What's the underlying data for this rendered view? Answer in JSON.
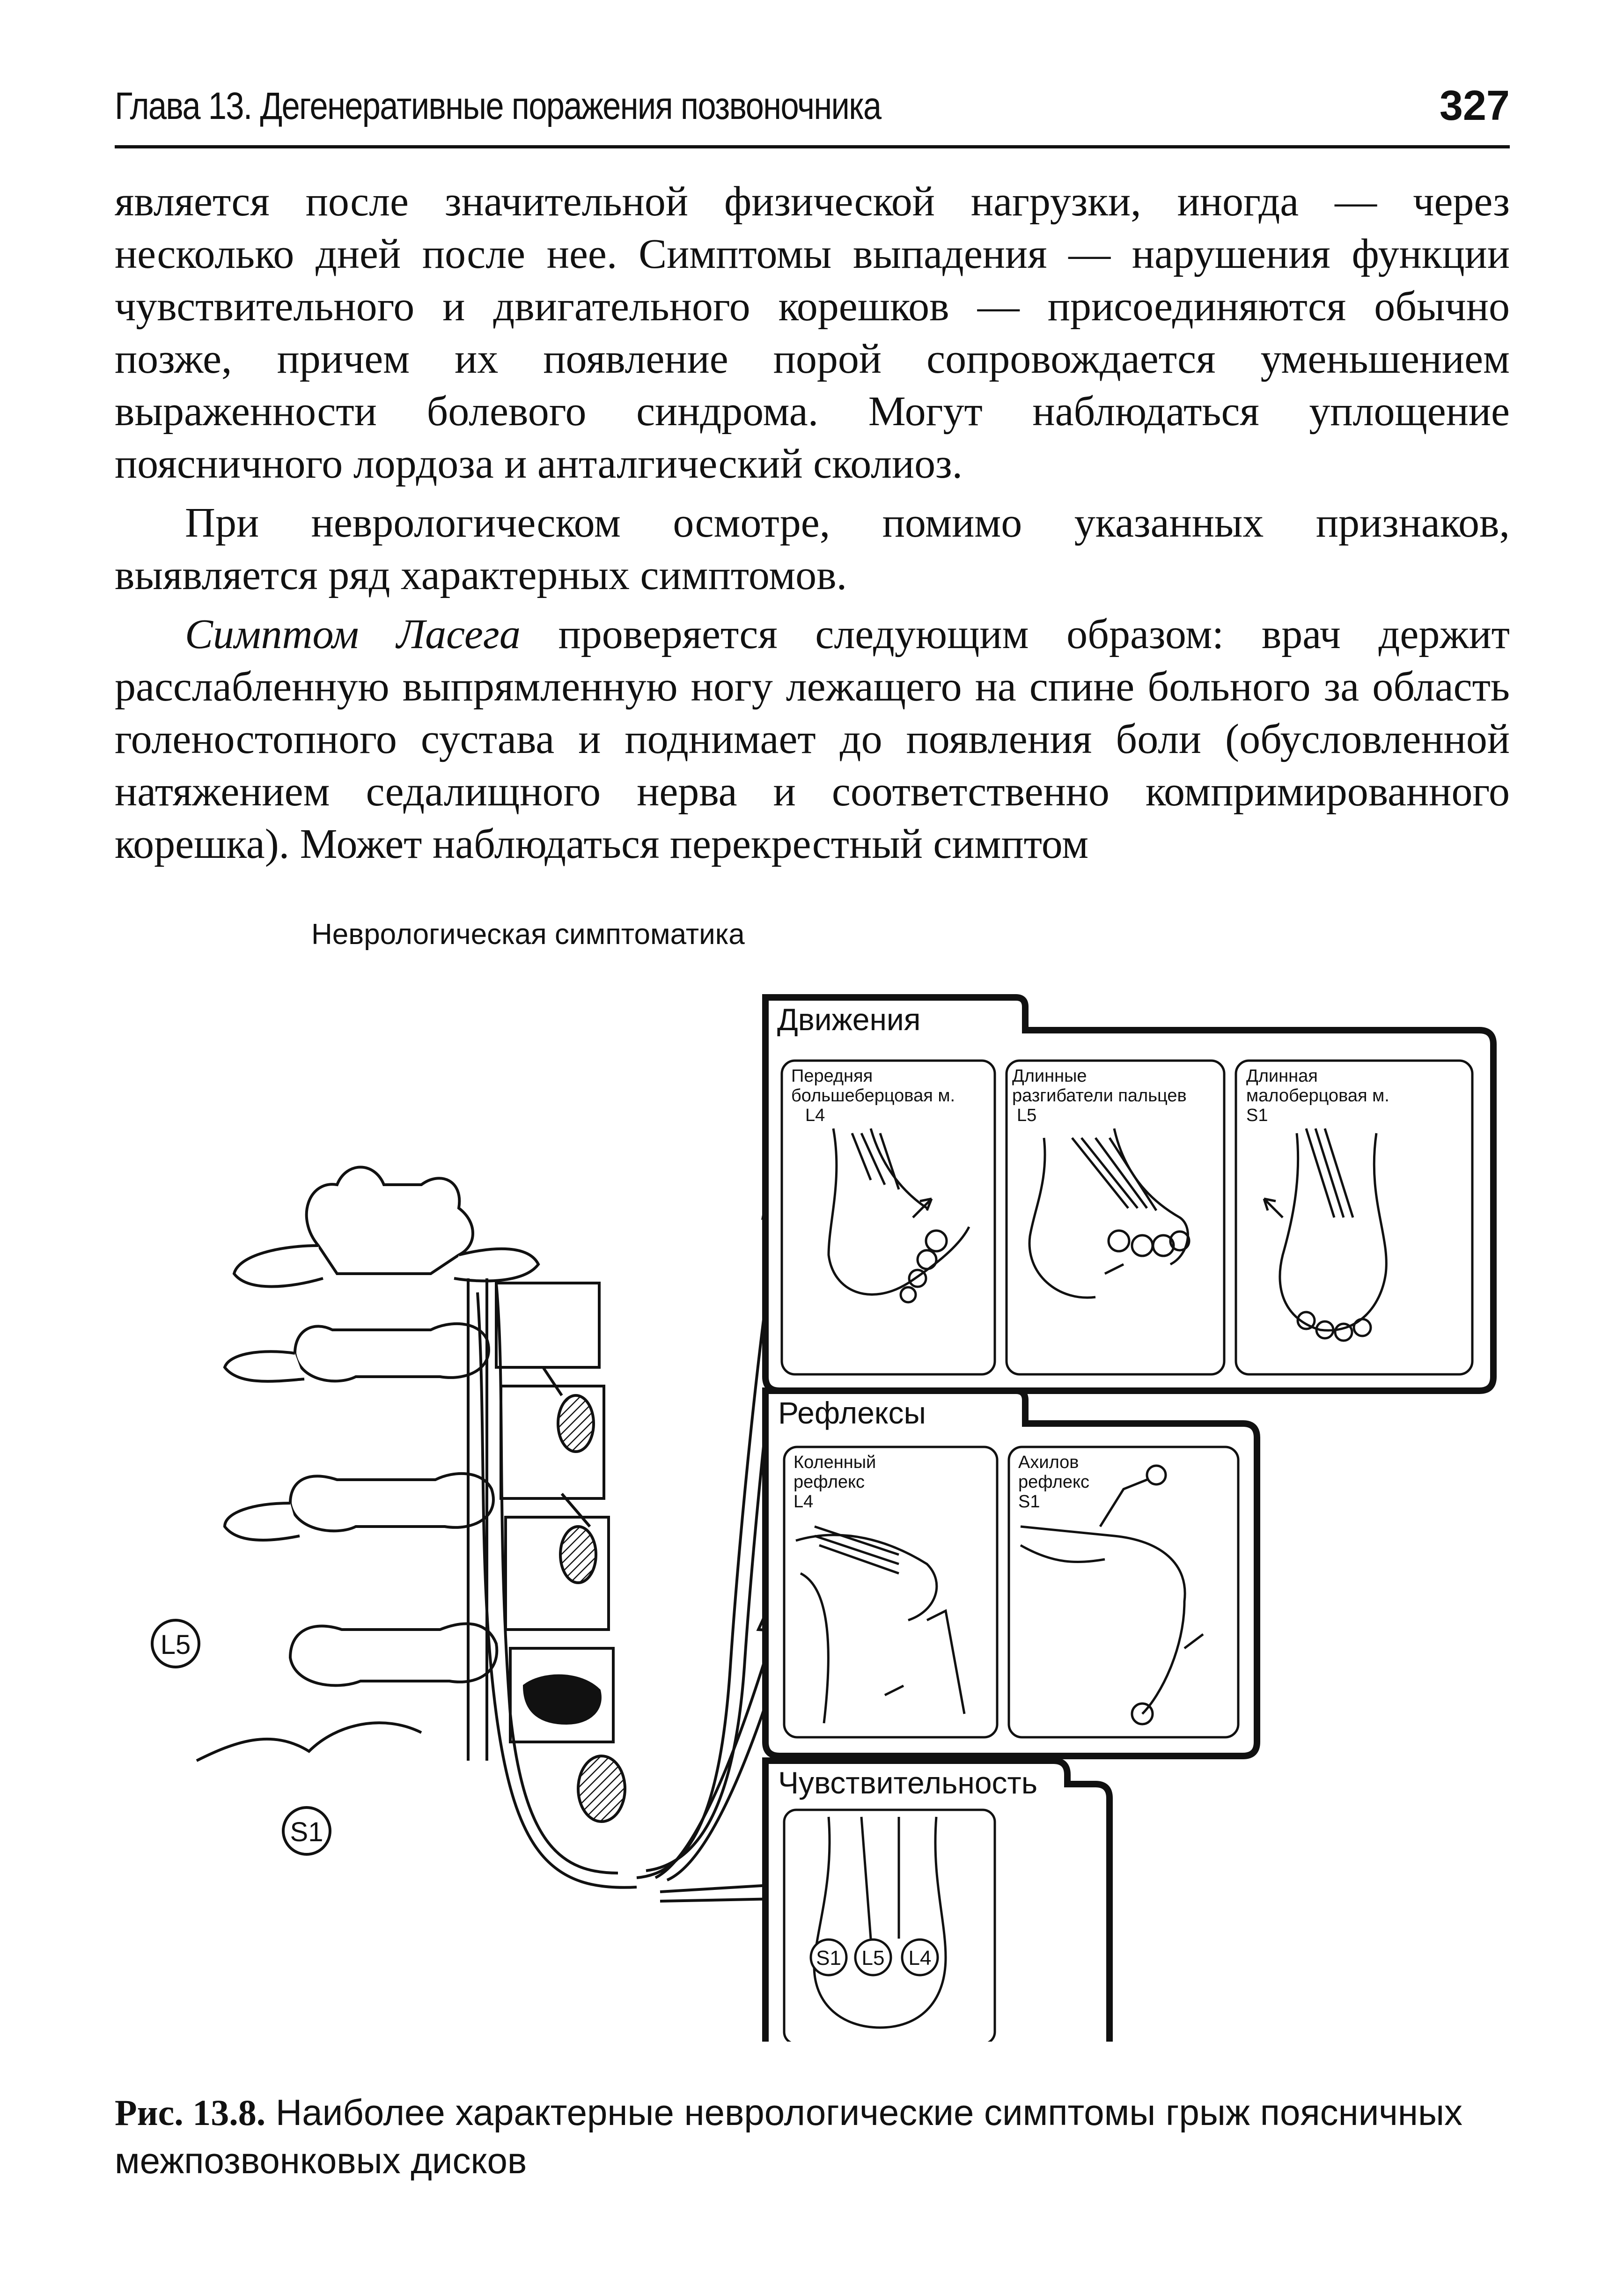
{
  "header": {
    "chapter": "Глава 13. Дегенеративные поражения позвоночника",
    "page_number": "327"
  },
  "body": {
    "p1": "является после значительной физической нагрузки, иногда — через несколько дней после нее. Симптомы выпадения — нарушения функции чувствительного и двигательного корешков — присоединяются обычно позже, причем их появление порой сопровождается уменьшением выраженности болевого синдрома. Могут наблюдаться уплощение поясничного лордоза и анталгический сколиоз.",
    "p2": "При неврологическом осмотре, помимо указанных признаков, выявляется ряд характерных симптомов.",
    "p3_italic": "Симптом Ласега",
    "p3_rest": " проверяется следующим образом: врач держит расслабленную выпрямленную ногу лежащего на спине больного за область голеностопного сустава и поднимает до появления боли (обусловленной натяжением седалищного нерва и соответственно компримированного корешка). Может наблюдаться перекрестный симптом"
  },
  "figure": {
    "title": "Неврологическая симптоматика",
    "spine_labels": {
      "l5": "L5",
      "s1": "S1"
    },
    "movements": {
      "label": "Движения",
      "cards": [
        {
          "line1": "Передняя",
          "line2": "большеберцовая м.",
          "root": "L4"
        },
        {
          "line1": "Длинные",
          "line2": "разгибатели пальцев",
          "root": "L5"
        },
        {
          "line1": "Длинная",
          "line2": "малоберцовая м.",
          "root": "S1"
        }
      ]
    },
    "reflexes": {
      "label": "Рефлексы",
      "cards": [
        {
          "line1": "Коленный",
          "line2": "рефлекс",
          "root": "L4"
        },
        {
          "line1": "Ахилов",
          "line2": "рефлекс",
          "root": "S1"
        }
      ]
    },
    "sensitivity": {
      "label": "Чувствительность",
      "roots": [
        "S1",
        "L5",
        "L4"
      ]
    }
  },
  "caption": {
    "number": "Рис. 13.8.",
    "text": " Наиболее характерные неврологические симптомы грыж поясничных межпозвонковых дисков"
  }
}
